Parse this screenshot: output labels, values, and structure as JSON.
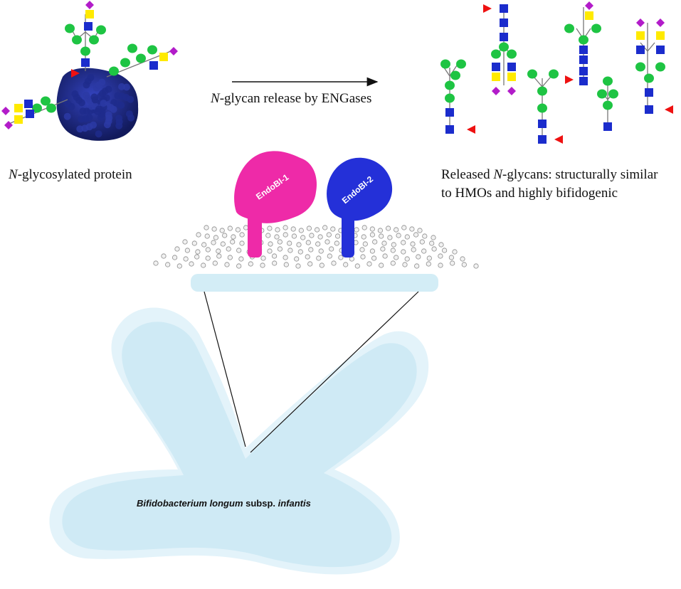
{
  "protein_label": {
    "italic": "N",
    "rest": "-glycosylated  protein"
  },
  "arrow_label": {
    "italic": "N",
    "rest": "-glycan  release  by  ENGases"
  },
  "released_label": {
    "line1_a": "Released ",
    "line1_italic": "N",
    "line1_b": "-glycans:  structurally  similar",
    "line2": "to HMOs and highly  bifidogenic"
  },
  "enzymes": [
    {
      "name": "EndoBI-1",
      "color": "#ee2aa8"
    },
    {
      "name": "EndoBI-2",
      "color": "#2430d8"
    }
  ],
  "bacterium_label": {
    "species": "Bifidobacterium longum",
    "subsp": " subsp. ",
    "strain": "infantis"
  },
  "symbol_colors": {
    "mannose": "#1ec443",
    "glcnac": "#1b2ccc",
    "galactose": "#ffea00",
    "sialic": "#b21cc9",
    "fucose": "#ee1111",
    "protein": "#17216f",
    "membrane": "#d3edf6"
  }
}
